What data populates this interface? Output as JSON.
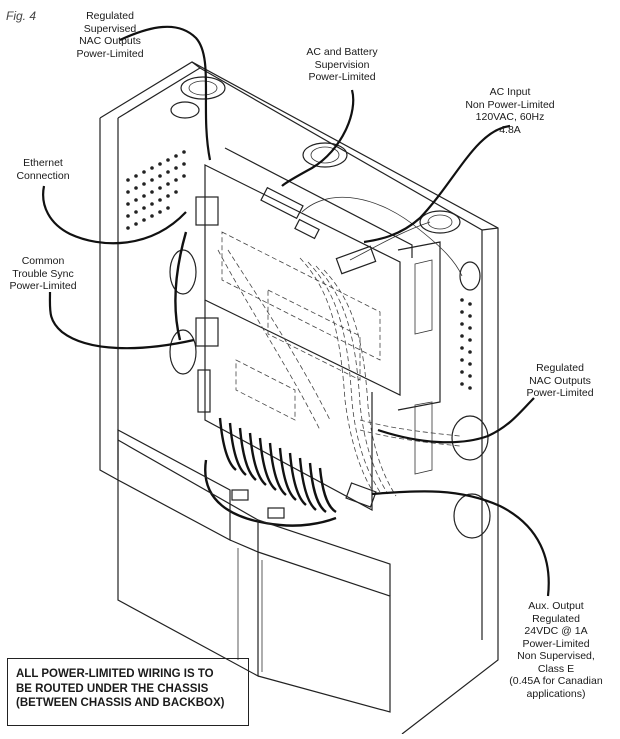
{
  "figure_label": "Fig. 4",
  "callouts": {
    "regulated_supervised_nac": [
      "Regulated",
      "Supervised",
      "NAC Outputs",
      "Power-Limited"
    ],
    "ac_battery_supervision": [
      "AC and Battery",
      "Supervision",
      "Power-Limited"
    ],
    "ac_input": [
      "AC Input",
      "Non Power-Limited",
      "120VAC, 60Hz",
      "4.8A"
    ],
    "ethernet": [
      "Ethernet",
      "Connection"
    ],
    "common_trouble_sync": [
      "Common",
      "Trouble Sync",
      "Power-Limited"
    ],
    "regulated_nac_outputs": [
      "Regulated",
      "NAC Outputs",
      "Power-Limited"
    ],
    "aux_output": [
      "Aux. Output",
      "Regulated",
      "24VDC @ 1A",
      "Power-Limited",
      "Non Supervised,",
      "Class E",
      "(0.45A for Canadian",
      "applications)"
    ]
  },
  "note": [
    "ALL POWER-LIMITED WIRING IS TO",
    "BE ROUTED UNDER THE CHASSIS",
    "(BETWEEN CHASSIS AND BACKBOX)"
  ]
}
